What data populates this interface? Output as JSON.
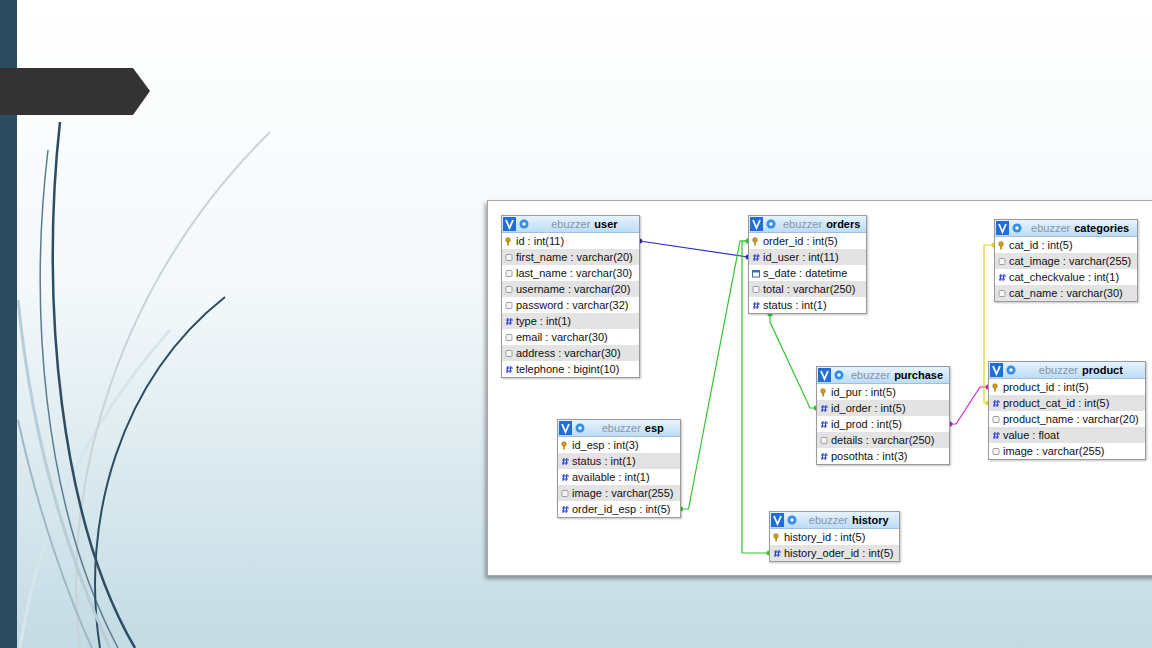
{
  "diagram": {
    "nodes": [
      {
        "text": [
          "ebuzzer",
          "user",
          "id : int(11)",
          "first_name : varchar(20)",
          "last_name : varchar(30)",
          "username : varchar(20)",
          "password : varchar(32)",
          "type : int(1)",
          "email : varchar(30)",
          "address : varchar(30)",
          "telephone : bigint(10)"
        ]
      },
      {
        "text": [
          "ebuzzer",
          "orders",
          "order_id : int(5)",
          "id_user : int(11)",
          "s_date : datetime",
          "total : varchar(250)",
          "status : int(1)"
        ]
      },
      {
        "text": [
          "ebuzzer",
          "categories",
          "cat_id : int(5)",
          "cat_image : varchar(255)",
          "cat_checkvalue : int(1)",
          "cat_name : varchar(30)"
        ]
      },
      {
        "text": [
          "ebuzzer",
          "product",
          "product_id : int(5)",
          "product_cat_id : int(5)",
          "product_name : varchar(20)",
          "value : float",
          "image : varchar(255)"
        ]
      },
      {
        "text": [
          "ebuzzer",
          "purchase",
          "id_pur : int(5)",
          "id_order : int(5)",
          "id_prod : int(5)",
          "details : varchar(250)",
          "posothta : int(3)"
        ]
      },
      {
        "text": [
          "ebuzzer",
          "esp",
          "id_esp : int(3)",
          "status : int(1)",
          "available : int(1)",
          "image : varchar(255)",
          "order_id_esp : int(5)"
        ]
      },
      {
        "text": [
          "ebuzzer",
          "history",
          "history_id : int(5)",
          "history_oder_id : int(5)"
        ]
      }
    ],
    "edges": [
      {
        "from": 0,
        "to": 1,
        "arrow": "none"
      },
      {
        "from": 1,
        "to": 4,
        "arrow": "none"
      },
      {
        "from": 1,
        "to": 5,
        "arrow": "none"
      },
      {
        "from": 1,
        "to": 6,
        "arrow": "none"
      },
      {
        "from": 3,
        "to": 4,
        "arrow": "none"
      },
      {
        "from": 2,
        "to": 3,
        "arrow": "none"
      }
    ]
  }
}
